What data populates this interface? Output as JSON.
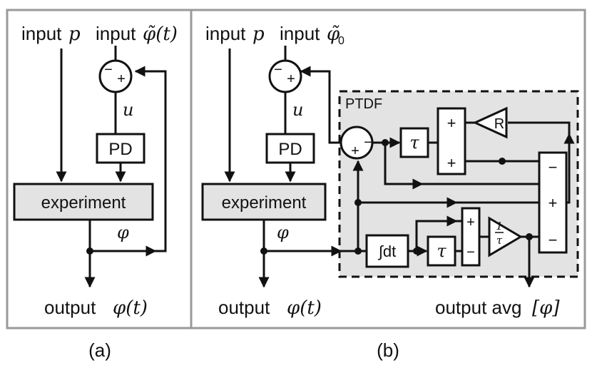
{
  "panel_a": {
    "caption": "(a)",
    "input_p_word": "input",
    "input_p_sym": "p",
    "input_phi_word": "input",
    "input_phi_sym": "φ̃(t)",
    "u_label": "u",
    "pd_label": "PD",
    "experiment_label": "experiment",
    "phi_label": "φ",
    "output_word": "output",
    "output_sym": "φ(t)"
  },
  "panel_b": {
    "caption": "(b)",
    "input_p_word": "input",
    "input_p_sym": "p",
    "input_phi_word": "input",
    "input_phi_sym": "φ̃",
    "input_phi_sub": "0",
    "u_label": "u",
    "pd_label": "PD",
    "experiment_label": "experiment",
    "phi_label": "φ",
    "output_word": "output",
    "output_sym": "φ(t)",
    "output_avg_word": "output avg",
    "output_avg_sym": "[φ]"
  },
  "ptdf": {
    "label": "PTDF",
    "tau_top": "τ",
    "tau_bottom": "τ",
    "gain_label": "R",
    "integrator_label": "∫dt",
    "inv_tau_num": "1",
    "inv_tau_den": "τ",
    "plus": "+",
    "minus": "−"
  },
  "colors": {
    "frame": "#9a9a9a",
    "shade": "#e3e3e3",
    "ink": "#111111"
  }
}
